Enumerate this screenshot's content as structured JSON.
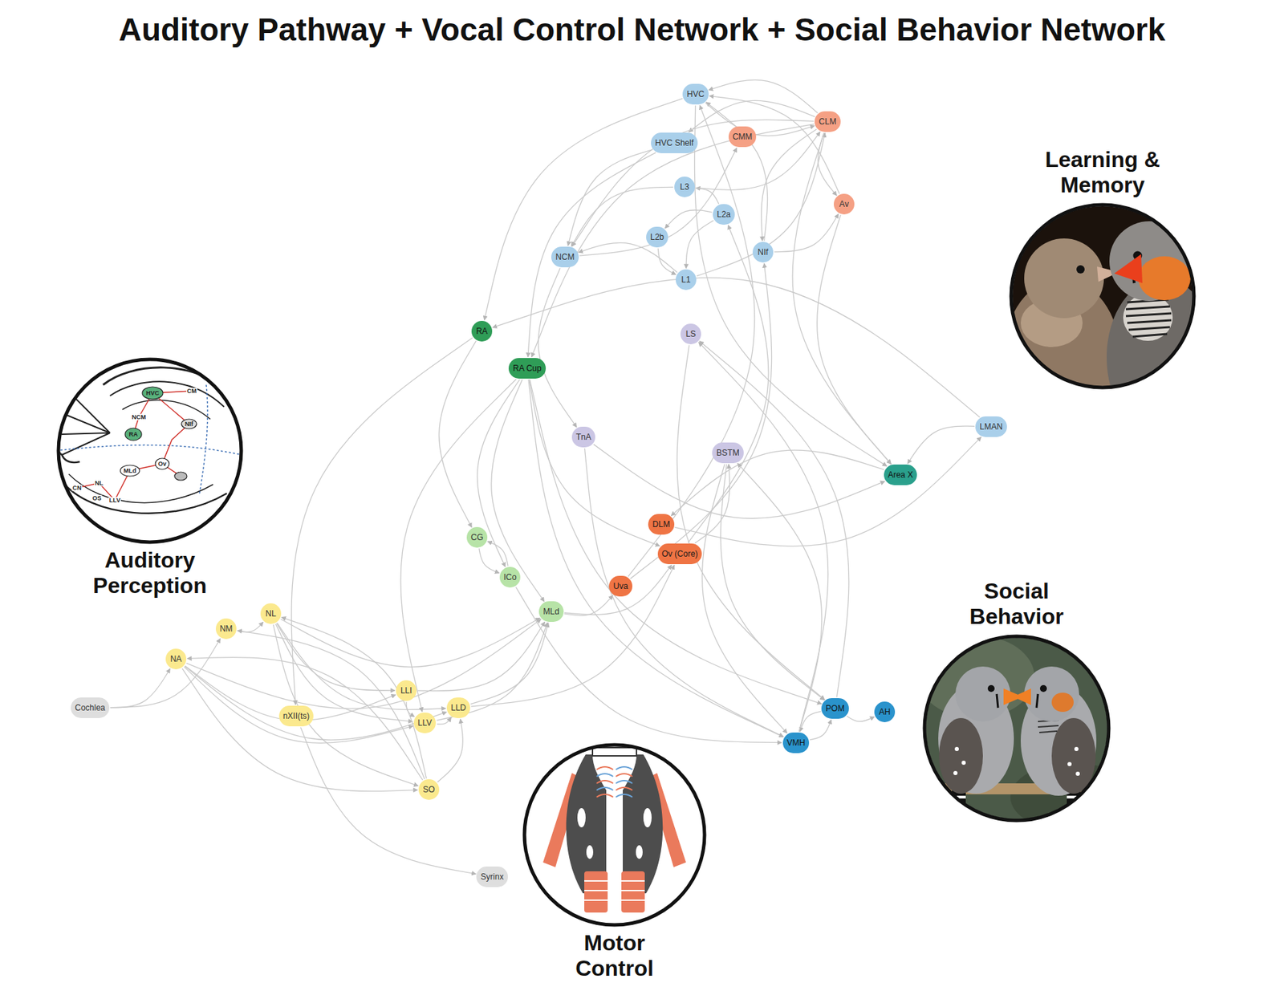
{
  "diagram": {
    "title": "Auditory Pathway + Vocal Control Network + Social Behavior Network",
    "nodes": [
      {
        "text": [
          "HVC"
        ]
      },
      {
        "text": [
          "CLM"
        ]
      },
      {
        "text": [
          "CMM"
        ]
      },
      {
        "text": [
          "HVC Shelf"
        ]
      },
      {
        "text": [
          "L3"
        ]
      },
      {
        "text": [
          "L2a"
        ]
      },
      {
        "text": [
          "Av"
        ]
      },
      {
        "text": [
          "L2b"
        ]
      },
      {
        "text": [
          "NCM"
        ]
      },
      {
        "text": [
          "NIf"
        ]
      },
      {
        "text": [
          "L1"
        ]
      },
      {
        "text": [
          "RA"
        ]
      },
      {
        "text": [
          "LS"
        ]
      },
      {
        "text": [
          "RA Cup"
        ]
      },
      {
        "text": [
          "LMAN"
        ]
      },
      {
        "text": [
          "TnA"
        ]
      },
      {
        "text": [
          "BSTM"
        ]
      },
      {
        "text": [
          "Area X"
        ]
      },
      {
        "text": [
          "DLM"
        ]
      },
      {
        "text": [
          "CG"
        ]
      },
      {
        "text": [
          "Ov (Core)"
        ]
      },
      {
        "text": [
          "Uva"
        ]
      },
      {
        "text": [
          "ICo"
        ]
      },
      {
        "text": [
          "MLd"
        ]
      },
      {
        "text": [
          "NL"
        ]
      },
      {
        "text": [
          "NM"
        ]
      },
      {
        "text": [
          "NA"
        ]
      },
      {
        "text": [
          "LLI"
        ]
      },
      {
        "text": [
          "LLD"
        ]
      },
      {
        "text": [
          "Cochlea"
        ]
      },
      {
        "text": [
          "nXII(ts)"
        ]
      },
      {
        "text": [
          "LLV"
        ]
      },
      {
        "text": [
          "POM"
        ]
      },
      {
        "text": [
          "AH"
        ]
      },
      {
        "text": [
          "VMH"
        ]
      },
      {
        "text": [
          "SO"
        ]
      },
      {
        "text": [
          "Syrinx"
        ]
      },
      {
        "text": [
          "Learning & Memory"
        ]
      },
      {
        "text": [
          "Auditory Perception"
        ]
      },
      {
        "text": [
          "Social Behavior"
        ]
      },
      {
        "text": [
          "Motor Control"
        ]
      }
    ],
    "edges": [
      {
        "from": 29,
        "to": 26,
        "arrow": "to"
      },
      {
        "from": 29,
        "to": 25,
        "arrow": "to"
      },
      {
        "from": 25,
        "to": 24,
        "arrow": "to"
      },
      {
        "from": 26,
        "to": 27,
        "arrow": "to"
      },
      {
        "from": 26,
        "to": 28,
        "arrow": "to"
      },
      {
        "from": 26,
        "to": 31,
        "arrow": "to"
      },
      {
        "from": 26,
        "to": 35,
        "arrow": "to"
      },
      {
        "from": 26,
        "to": 23,
        "arrow": "to"
      },
      {
        "from": 24,
        "to": 27,
        "arrow": "to"
      },
      {
        "from": 24,
        "to": 31,
        "arrow": "to"
      },
      {
        "from": 24,
        "to": 28,
        "arrow": "to"
      },
      {
        "from": 24,
        "to": 35,
        "arrow": "to"
      },
      {
        "from": 24,
        "to": 23,
        "arrow": "to"
      },
      {
        "from": 35,
        "to": 26,
        "arrow": "to"
      },
      {
        "from": 35,
        "to": 25,
        "arrow": "to"
      },
      {
        "from": 35,
        "to": 24,
        "arrow": "to"
      },
      {
        "from": 35,
        "to": 28,
        "arrow": "to"
      },
      {
        "from": 31,
        "to": 23,
        "arrow": "to"
      },
      {
        "from": 28,
        "to": 23,
        "arrow": "to"
      },
      {
        "from": 27,
        "to": 23,
        "arrow": "to"
      },
      {
        "from": 27,
        "to": 31,
        "arrow": "to"
      },
      {
        "from": 31,
        "to": 28,
        "arrow": "to"
      },
      {
        "from": 28,
        "to": 20,
        "arrow": "to"
      },
      {
        "from": 30,
        "to": 36,
        "arrow": "to"
      },
      {
        "from": 11,
        "to": 30,
        "arrow": "to"
      },
      {
        "from": 23,
        "to": 20,
        "arrow": "to"
      },
      {
        "from": 23,
        "to": 21,
        "arrow": "to"
      },
      {
        "from": 19,
        "to": 22,
        "arrow": "to"
      },
      {
        "from": 22,
        "to": 19,
        "arrow": "to"
      },
      {
        "from": 11,
        "to": 19,
        "arrow": "to"
      },
      {
        "from": 13,
        "to": 22,
        "arrow": "to"
      },
      {
        "from": 13,
        "to": 23,
        "arrow": "to"
      },
      {
        "from": 13,
        "to": 20,
        "arrow": "to"
      },
      {
        "from": 13,
        "to": 31,
        "arrow": "to"
      },
      {
        "from": 20,
        "to": 5,
        "arrow": "to"
      },
      {
        "from": 21,
        "to": 0,
        "arrow": "to"
      },
      {
        "from": 21,
        "to": 9,
        "arrow": "to"
      },
      {
        "from": 9,
        "to": 0,
        "arrow": "to"
      },
      {
        "from": 9,
        "to": 6,
        "arrow": "to"
      },
      {
        "from": 5,
        "to": 10,
        "arrow": "to"
      },
      {
        "from": 5,
        "to": 4,
        "arrow": "to"
      },
      {
        "from": 5,
        "to": 7,
        "arrow": "to"
      },
      {
        "from": 7,
        "to": 10,
        "arrow": "to"
      },
      {
        "from": 10,
        "to": 8,
        "arrow": "to"
      },
      {
        "from": 4,
        "to": 8,
        "arrow": "to"
      },
      {
        "from": 4,
        "to": 1,
        "arrow": "to"
      },
      {
        "from": 10,
        "to": 1,
        "arrow": "to"
      },
      {
        "from": 1,
        "to": 0,
        "arrow": "to"
      },
      {
        "from": 1,
        "to": 3,
        "arrow": "to"
      },
      {
        "from": 1,
        "to": 6,
        "arrow": "to"
      },
      {
        "from": 1,
        "to": 8,
        "arrow": "to"
      },
      {
        "from": 1,
        "to": 9,
        "arrow": "to"
      },
      {
        "from": 1,
        "to": 13,
        "arrow": "to"
      },
      {
        "from": 8,
        "to": 2,
        "arrow": "to"
      },
      {
        "from": 3,
        "to": 8,
        "arrow": "to"
      },
      {
        "from": 3,
        "to": 13,
        "arrow": "to"
      },
      {
        "from": 0,
        "to": 11,
        "arrow": "to"
      },
      {
        "from": 0,
        "to": 17,
        "arrow": "to"
      },
      {
        "from": 0,
        "to": 1,
        "arrow": "to"
      },
      {
        "from": 6,
        "to": 0,
        "arrow": "to"
      },
      {
        "from": 6,
        "to": 17,
        "arrow": "to"
      },
      {
        "from": 17,
        "to": 18,
        "arrow": "to"
      },
      {
        "from": 18,
        "to": 14,
        "arrow": "to"
      },
      {
        "from": 14,
        "to": 11,
        "arrow": "to"
      },
      {
        "from": 14,
        "to": 17,
        "arrow": "to"
      },
      {
        "from": 1,
        "to": 17,
        "arrow": "to"
      },
      {
        "from": 12,
        "to": 32,
        "arrow": "to"
      },
      {
        "from": 32,
        "to": 12,
        "arrow": "to"
      },
      {
        "from": 16,
        "to": 32,
        "arrow": "to"
      },
      {
        "from": 16,
        "to": 34,
        "arrow": "to"
      },
      {
        "from": 34,
        "to": 16,
        "arrow": "to"
      },
      {
        "from": 15,
        "to": 34,
        "arrow": "to"
      },
      {
        "from": 15,
        "to": 17,
        "arrow": "to"
      },
      {
        "from": 32,
        "to": 34,
        "arrow": "to"
      },
      {
        "from": 34,
        "to": 32,
        "arrow": "to"
      },
      {
        "from": 32,
        "to": 33,
        "arrow": "to"
      },
      {
        "from": 34,
        "to": 12,
        "arrow": "to"
      },
      {
        "from": 13,
        "to": 34,
        "arrow": "to"
      },
      {
        "from": 13,
        "to": 32,
        "arrow": "to"
      },
      {
        "from": 22,
        "to": 34,
        "arrow": "to"
      },
      {
        "from": 20,
        "to": 16,
        "arrow": "to"
      },
      {
        "from": 8,
        "to": 15,
        "arrow": "to"
      }
    ],
    "labels": [
      "HVC",
      "CM",
      "NCM",
      "NIf",
      "RA",
      "MLd",
      "Ov",
      "CN",
      "NL",
      "OS",
      "LLV"
    ]
  }
}
